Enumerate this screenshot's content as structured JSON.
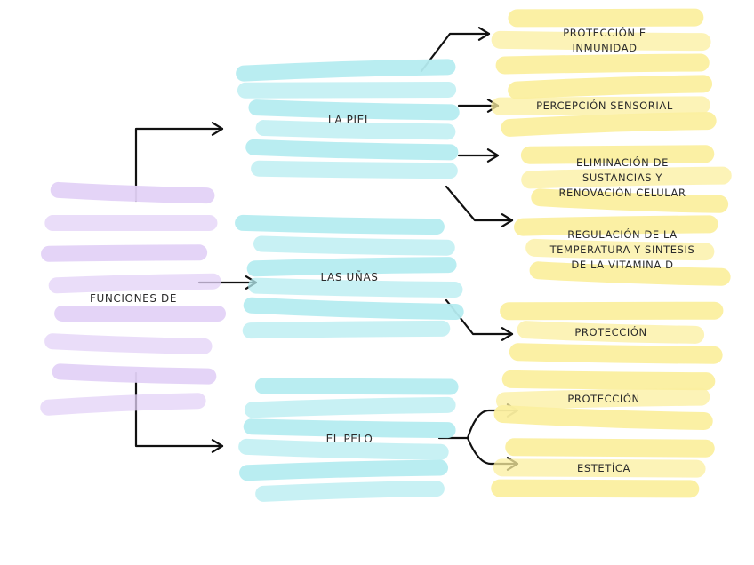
{
  "colors": {
    "root": "#e3d2f7",
    "branch": "#b5ecf0",
    "leaf": "#fbef9f",
    "stroke": "#111111",
    "text": "#2b2b2b"
  },
  "root": {
    "label": "FUNCIONES DE"
  },
  "branches": [
    {
      "label": "LA PIEL",
      "children": [
        {
          "label": "PROTECCIÓN E\nINMUNIDAD"
        },
        {
          "label": "PERCEPCIÓN SENSORIAL"
        },
        {
          "label": "ELIMINACIÓN DE\nSUSTANCIAS Y\nRENOVACIÓN CELULAR"
        },
        {
          "label": "REGULACIÓN DE LA\nTEMPERATURA Y SINTESIS\nDE LA VITAMINA D"
        }
      ]
    },
    {
      "label": "LAS UÑAS",
      "children": [
        {
          "label": "PROTECCIÓN"
        }
      ]
    },
    {
      "label": "EL PELO",
      "children": [
        {
          "label": "PROTECCIÓN"
        },
        {
          "label": "ESTETÍCA"
        }
      ]
    }
  ]
}
